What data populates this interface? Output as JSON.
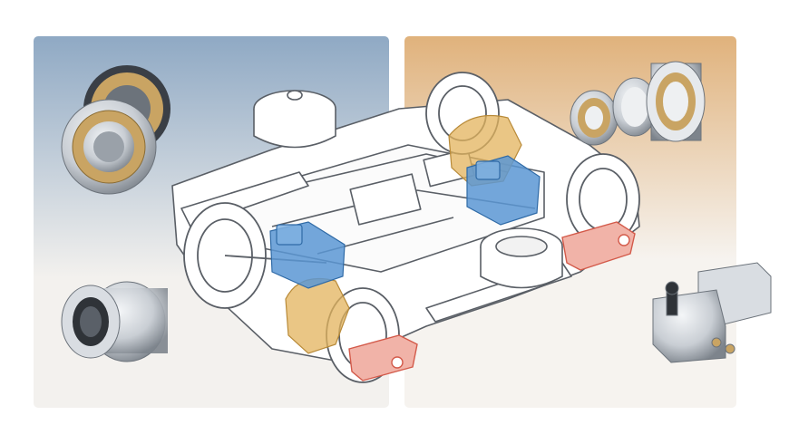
{
  "illustration": {
    "subject": "railway-bogie-bearings-overview",
    "colors": {
      "left_panel_top": "#8fa9c4",
      "left_panel_bottom": "#f3f1ee",
      "right_panel_top": "#e0b27c",
      "right_panel_bottom": "#f6f3ef",
      "outline": "#5a5f66",
      "motor_blue": "#5b97d3",
      "axlebox_gold": "#e3b35c",
      "damper_red": "#d35a4a",
      "bearing_brass": "#c9a463",
      "steel": "#c9ced4"
    },
    "callouts": [
      {
        "id": "cylindrical-roller-bearing",
        "panel": "left-top",
        "highlight": "motor_blue"
      },
      {
        "id": "tapered-roller-bearing-unit",
        "panel": "left-bottom",
        "highlight": "axlebox_gold"
      },
      {
        "id": "bearing-set-with-roller-bearing",
        "panel": "right-top",
        "highlight": "motor_blue"
      },
      {
        "id": "sensor-bracket",
        "panel": "right-bottom",
        "highlight": "damper_red"
      }
    ]
  }
}
